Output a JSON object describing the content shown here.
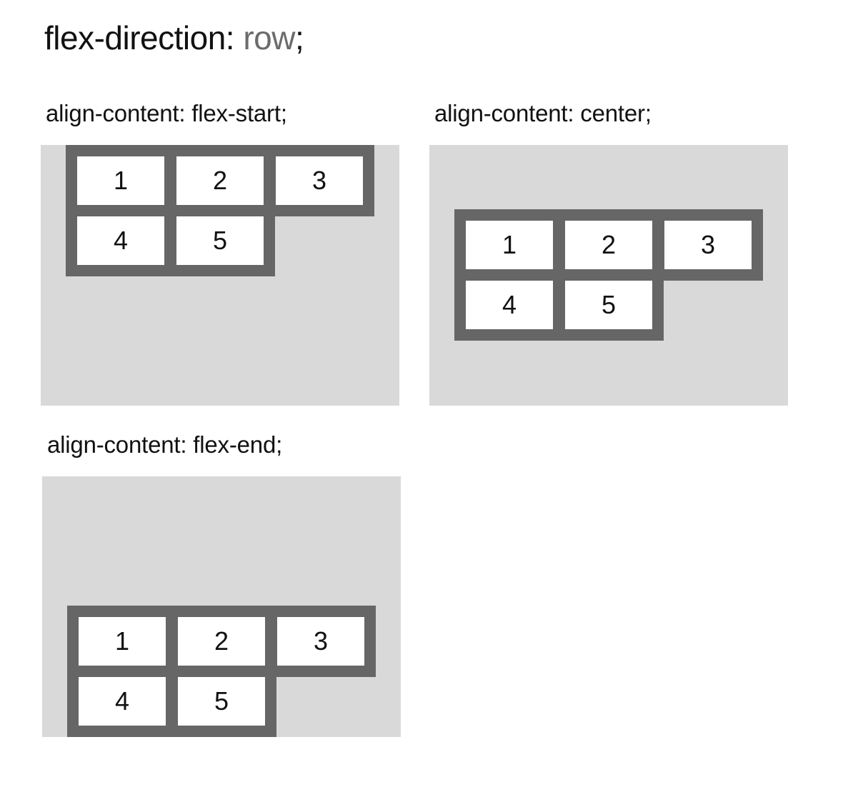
{
  "title": {
    "prefix": "flex-direction:",
    "value": "row",
    "suffix": ";"
  },
  "panels": [
    {
      "caption": "align-content: flex-start;",
      "rows": [
        [
          "1",
          "2",
          "3"
        ],
        [
          "4",
          "5"
        ]
      ]
    },
    {
      "caption": "align-content: center;",
      "rows": [
        [
          "1",
          "2",
          "3"
        ],
        [
          "4",
          "5"
        ]
      ]
    },
    {
      "caption": "align-content: flex-end;",
      "rows": [
        [
          "1",
          "2",
          "3"
        ],
        [
          "4",
          "5"
        ]
      ]
    }
  ],
  "colors": {
    "panel": "#d9d9d9",
    "container": "#666666",
    "item": "#ffffff",
    "value_text": "#6b6b6b"
  }
}
